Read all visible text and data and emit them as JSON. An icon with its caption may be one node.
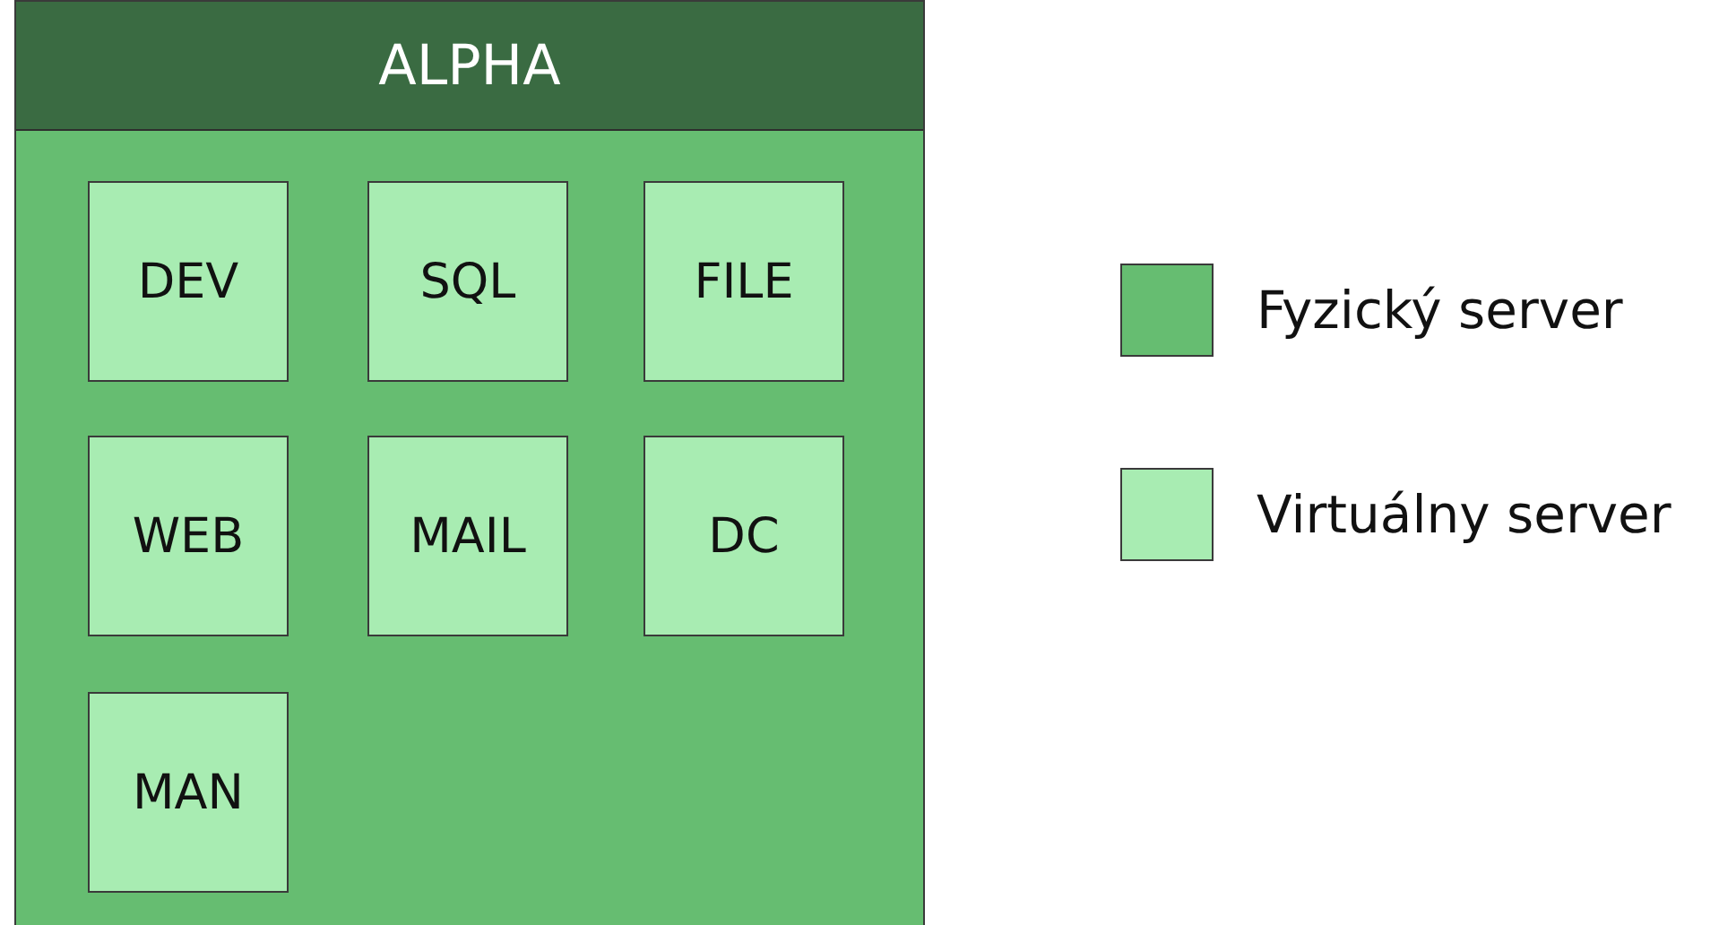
{
  "diagram": {
    "nodes": [
      {
        "text": [
          "ALPHA"
        ]
      },
      {
        "text": [
          "DEV"
        ],
        "in": 0
      },
      {
        "text": [
          "SQL"
        ],
        "in": 0
      },
      {
        "text": [
          "FILE"
        ],
        "in": 0
      },
      {
        "text": [
          "WEB"
        ],
        "in": 0
      },
      {
        "text": [
          "MAIL"
        ],
        "in": 0
      },
      {
        "text": [
          "DC"
        ],
        "in": 0
      },
      {
        "text": [
          "MAN"
        ],
        "in": 0
      }
    ],
    "legend": [
      {
        "text": "Fyzický server",
        "color": "#66bd71"
      },
      {
        "text": "Virtuálny server",
        "color": "#a8ecb2"
      }
    ]
  }
}
